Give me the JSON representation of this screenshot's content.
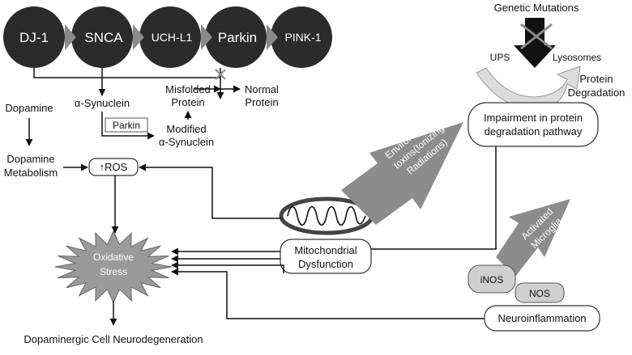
{
  "genes": [
    "DJ-1",
    "SNCA",
    "UCH-L1",
    "Parkin",
    "PINK-1"
  ],
  "labels": {
    "alpha_synuclein": "α-Synuclein",
    "parkin_box": "Parkin",
    "modified_line1": "Modified",
    "modified_line2": "α-Synuclein",
    "misfolded_line1": "Misfolded",
    "misfolded_line2": "Protein",
    "normal_line1": "Normal",
    "normal_line2": "Protein",
    "dopamine": "Dopamine",
    "dopamine_metab_line1": "Dopamine",
    "dopamine_metab_line2": "Metabolism",
    "ros": "↑ROS",
    "oxidative_line1": "Oxidative",
    "oxidative_line2": "Stress",
    "dopaminergic": "Dopaminergic Cell Neurodegeneration",
    "mito_line1": "Mitochondrial",
    "mito_line2": "Dysfunction",
    "env_line1": "Environmental",
    "env_line2": "toxins(Ionizing",
    "env_line3": "Radiations)",
    "genetic": "Genetic Mutations",
    "ups": "UPS",
    "lysosomes": "Lysosomes",
    "protein_deg_line1": "Protein",
    "protein_deg_line2": "Degradation",
    "impair_line1": "Impairment in protein",
    "impair_line2": "degradation pathway",
    "activated_line1": "Activated",
    "activated_line2": "Microglia",
    "inos": "iNOS",
    "nos": "NOS",
    "neuroinflammation": "Neuroinflammation"
  },
  "colors": {
    "gene_circle": "#2b2b2b",
    "gene_text": "#ffffff",
    "grey_arrow": "#8c8c8c",
    "starburst": "#9a9a9a",
    "light_arrow": "#d3d3d3",
    "nos_fill": "#cfcfcf"
  }
}
